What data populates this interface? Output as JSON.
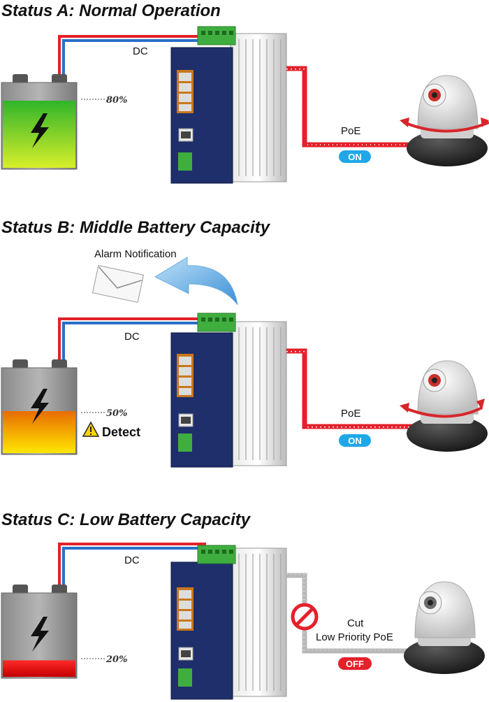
{
  "colors": {
    "dc_red": "#e4202a",
    "dc_blue": "#2a6fc9",
    "poe_active": "#e4202a",
    "poe_inactive": "#b8b8b8",
    "badge_on": "#1fa8e8",
    "badge_off": "#e4202a",
    "battery_high": "#3cbf2a",
    "battery_mid": "#f08a00",
    "battery_low": "#e51b1b",
    "switch_front": "#1f2f6b",
    "terminal_green": "#3fae3f"
  },
  "icons": {
    "battery": "battery-icon",
    "switch": "industrial-switch-icon",
    "camera": "ptz-camera-icon",
    "envelope": "envelope-icon",
    "warning": "warning-triangle-icon",
    "prohibited": "prohibited-icon",
    "bolt": "lightning-bolt-icon"
  },
  "panels": {
    "a": {
      "title": "Status A: Normal Operation",
      "dc_label": "DC",
      "battery_percent": "80%",
      "battery_level": 0.8,
      "poe_label": "PoE",
      "poe_state": "ON",
      "camera_active": true
    },
    "b": {
      "title": "Status B: Middle Battery Capacity",
      "alarm_label": "Alarm Notification",
      "dc_label": "DC",
      "battery_percent": "50%",
      "battery_level": 0.5,
      "detect_label": "Detect",
      "poe_label": "PoE",
      "poe_state": "ON",
      "camera_active": true
    },
    "c": {
      "title": "Status C: Low Battery Capacity",
      "dc_label": "DC",
      "battery_percent": "20%",
      "battery_level": 0.2,
      "cut_label": "Cut",
      "poe_label": "Low Priority PoE",
      "poe_state": "OFF",
      "camera_active": false
    }
  }
}
